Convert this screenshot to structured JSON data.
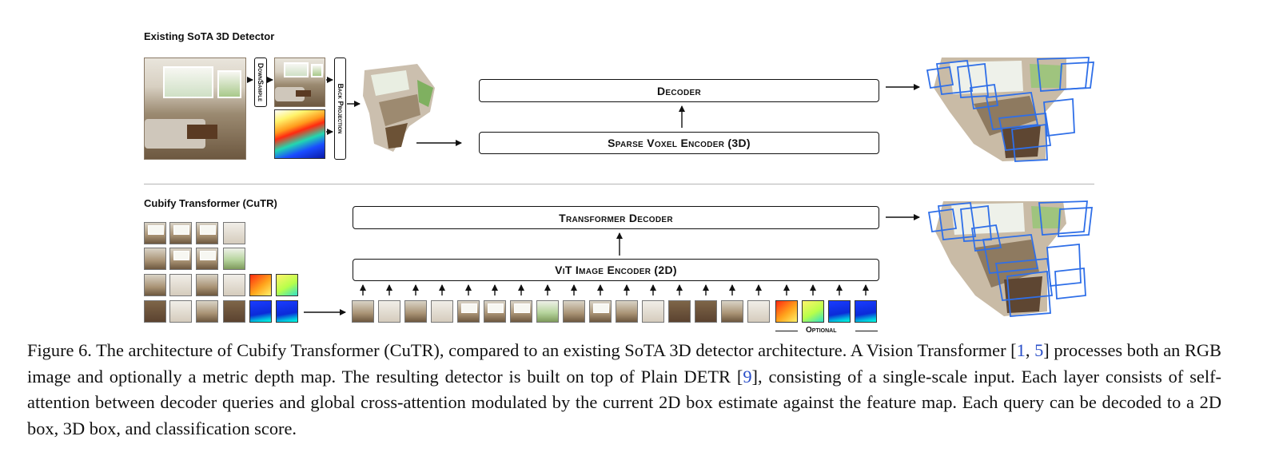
{
  "top_section": {
    "title": "Existing SoTA 3D Detector",
    "downsample_label": "DownSample",
    "back_projection_label": "Back Projection",
    "decoder_label": "Decoder",
    "encoder_label": "Sparse Voxel Encoder (3D)"
  },
  "bottom_section": {
    "title": "Cubify Transformer (CuTR)",
    "decoder_label": "Transformer Decoder",
    "encoder_label": "ViT Image Encoder (2D)",
    "optional_label": "Optional"
  },
  "caption": {
    "part1": "Figure 6. The architecture of Cubify Transformer (CuTR), compared to an existing SoTA 3D detector architecture. A Vision Transformer [",
    "ref1": "1",
    "sep1": ", ",
    "ref2": "5",
    "part2": "] processes both an RGB image and optionally a metric depth map. The resulting detector is built on top of Plain DETR [",
    "ref3": "9",
    "part3": "], consisting of a single-scale input. Each layer consists of self-attention between decoder queries and global cross-attention modulated by the current 2D box estimate against the feature map. Each query can be decoded to a 2D box, 3D box, and classification score."
  },
  "colors": {
    "box_stroke": "#111111",
    "detection_box": "#2f6fe8",
    "reference_link": "#2a4fc9",
    "divider": "#b5b5b5"
  }
}
